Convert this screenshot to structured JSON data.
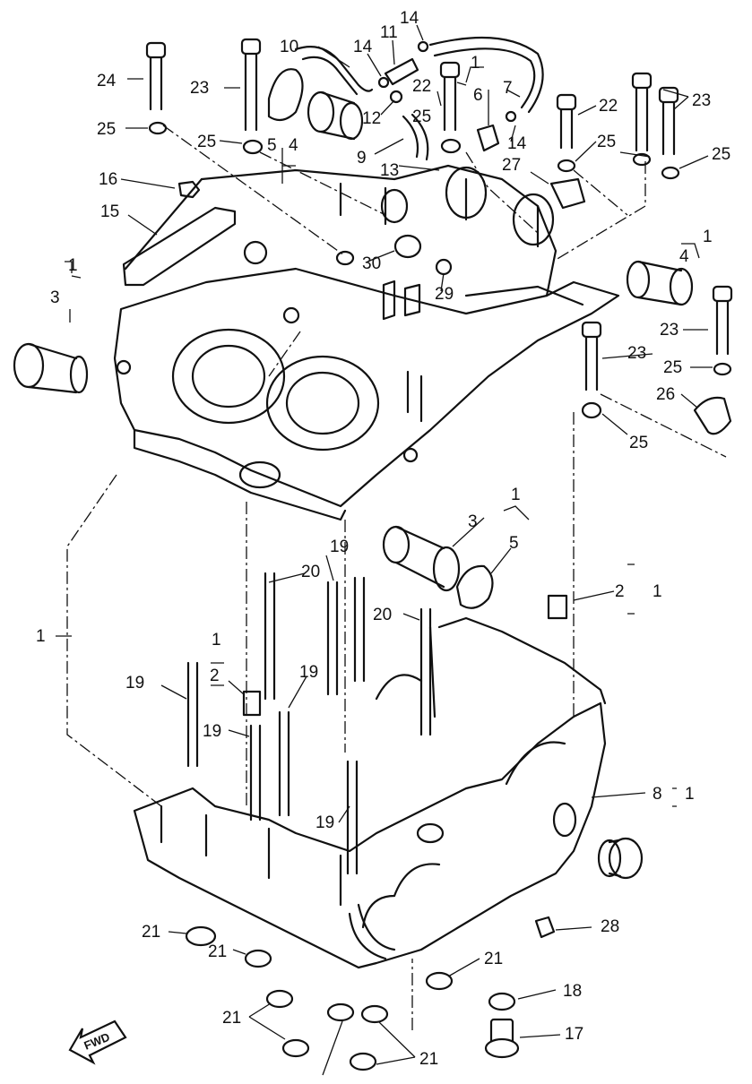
{
  "callouts": [
    {
      "id": "c24",
      "label": "24"
    },
    {
      "id": "c23a",
      "label": "23"
    },
    {
      "id": "c10",
      "label": "10"
    },
    {
      "id": "c14a",
      "label": "14"
    },
    {
      "id": "c11",
      "label": "11"
    },
    {
      "id": "c14b",
      "label": "14"
    },
    {
      "id": "c1a",
      "label": "1"
    },
    {
      "id": "c22a",
      "label": "22"
    },
    {
      "id": "c6",
      "label": "6"
    },
    {
      "id": "c7",
      "label": "7"
    },
    {
      "id": "c23b",
      "label": "23"
    },
    {
      "id": "c25a",
      "label": "25"
    },
    {
      "id": "c25b",
      "label": "25"
    },
    {
      "id": "c5a",
      "label": "5"
    },
    {
      "id": "c4a",
      "label": "4"
    },
    {
      "id": "c12",
      "label": "12"
    },
    {
      "id": "c25c",
      "label": "25"
    },
    {
      "id": "c22b",
      "label": "22"
    },
    {
      "id": "c9",
      "label": "9"
    },
    {
      "id": "c14c",
      "label": "14"
    },
    {
      "id": "c25d",
      "label": "25"
    },
    {
      "id": "c25e",
      "label": "25"
    },
    {
      "id": "c13",
      "label": "13"
    },
    {
      "id": "c27",
      "label": "27"
    },
    {
      "id": "c16",
      "label": "16"
    },
    {
      "id": "c15",
      "label": "15"
    },
    {
      "id": "c1b",
      "label": "1"
    },
    {
      "id": "c4b",
      "label": "4"
    },
    {
      "id": "c1c",
      "label": "1"
    },
    {
      "id": "c3a",
      "label": "3"
    },
    {
      "id": "c30",
      "label": "30"
    },
    {
      "id": "c29",
      "label": "29"
    },
    {
      "id": "c23c",
      "label": "23"
    },
    {
      "id": "c23d",
      "label": "23"
    },
    {
      "id": "c25f",
      "label": "25"
    },
    {
      "id": "c26",
      "label": "26"
    },
    {
      "id": "c25g",
      "label": "25"
    },
    {
      "id": "c1d",
      "label": "1"
    },
    {
      "id": "c3b",
      "label": "3"
    },
    {
      "id": "c5b",
      "label": "5"
    },
    {
      "id": "c19a",
      "label": "19"
    },
    {
      "id": "c20a",
      "label": "20"
    },
    {
      "id": "c2a",
      "label": "2"
    },
    {
      "id": "c1e",
      "label": "1"
    },
    {
      "id": "c20b",
      "label": "20"
    },
    {
      "id": "c1f",
      "label": "1"
    },
    {
      "id": "c1g",
      "label": "1"
    },
    {
      "id": "c2b",
      "label": "2"
    },
    {
      "id": "c19b",
      "label": "19"
    },
    {
      "id": "c19c",
      "label": "19"
    },
    {
      "id": "c19d",
      "label": "19"
    },
    {
      "id": "c8",
      "label": "8"
    },
    {
      "id": "c1h",
      "label": "1"
    },
    {
      "id": "c19e",
      "label": "19"
    },
    {
      "id": "c28",
      "label": "28"
    },
    {
      "id": "c21a",
      "label": "21"
    },
    {
      "id": "c21b",
      "label": "21"
    },
    {
      "id": "c21c",
      "label": "21"
    },
    {
      "id": "c18",
      "label": "18"
    },
    {
      "id": "c21d",
      "label": "21"
    },
    {
      "id": "c17",
      "label": "17"
    },
    {
      "id": "c21e",
      "label": "21"
    }
  ],
  "fwd_label": "FWD"
}
